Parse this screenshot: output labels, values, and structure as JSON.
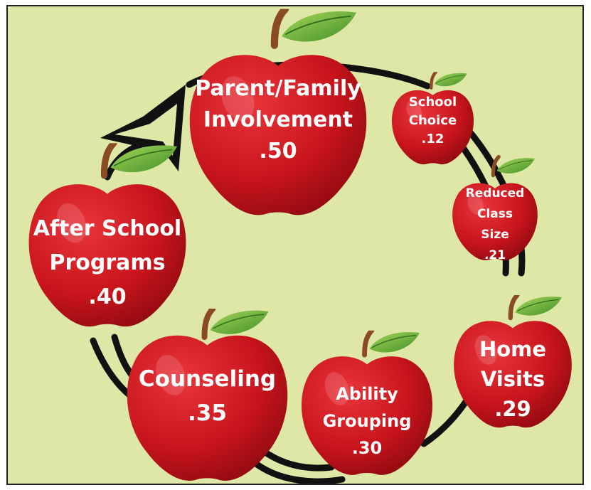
{
  "background_color": "#dfe7a6",
  "apple_color": "#c8141c",
  "leaf_color": "#4fa12e",
  "stem_color": "#8a4a24",
  "cycle_color": "#111111",
  "apples": [
    {
      "id": "parent-family-involvement",
      "label_lines": [
        "Parent/Family",
        "Involvement"
      ],
      "value": ".50"
    },
    {
      "id": "school-choice",
      "label_lines": [
        "School",
        "Choice"
      ],
      "value": ".12"
    },
    {
      "id": "reduced-class-size",
      "label_lines": [
        "Reduced",
        "Class",
        "Size"
      ],
      "value": ".21"
    },
    {
      "id": "home-visits",
      "label_lines": [
        "Home",
        "Visits"
      ],
      "value": ".29"
    },
    {
      "id": "ability-grouping",
      "label_lines": [
        "Ability",
        "Grouping"
      ],
      "value": ".30"
    },
    {
      "id": "counseling",
      "label_lines": [
        "Counseling"
      ],
      "value": ".35"
    },
    {
      "id": "after-school-programs",
      "label_lines": [
        "After School",
        "Programs"
      ],
      "value": ".40"
    }
  ]
}
